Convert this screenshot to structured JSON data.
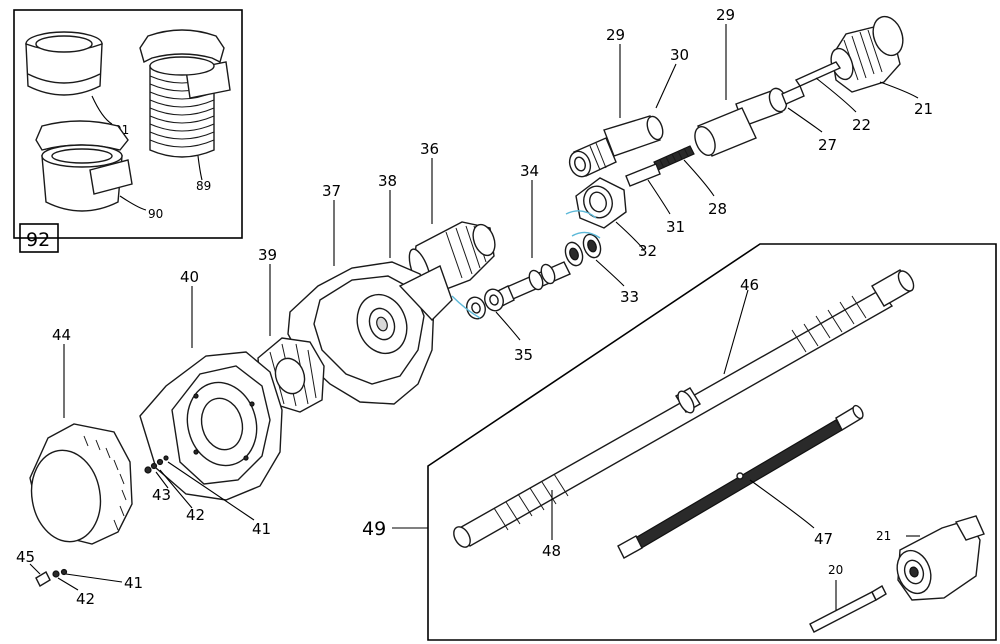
{
  "diagram": {
    "type": "exploded-parts-view",
    "labels": {
      "l92": "92",
      "l91": "91",
      "l90": "90",
      "l89": "89",
      "l29a": "29",
      "l29b": "29",
      "l30": "30",
      "l21a": "21",
      "l22": "22",
      "l27": "27",
      "l28": "28",
      "l31": "31",
      "l32": "32",
      "l33": "33",
      "l34": "34",
      "l35": "35",
      "l36": "36",
      "l37": "37",
      "l38": "38",
      "l39": "39",
      "l40": "40",
      "l44": "44",
      "l43": "43",
      "l42a": "42",
      "l41a": "41",
      "l45": "45",
      "l42b": "42",
      "l41b": "41",
      "l46": "46",
      "l49": "49",
      "l48": "48",
      "l47": "47",
      "l21b": "21",
      "l20": "20"
    },
    "colors": {
      "line": "#000000",
      "accent": "#5bb8d8"
    }
  }
}
